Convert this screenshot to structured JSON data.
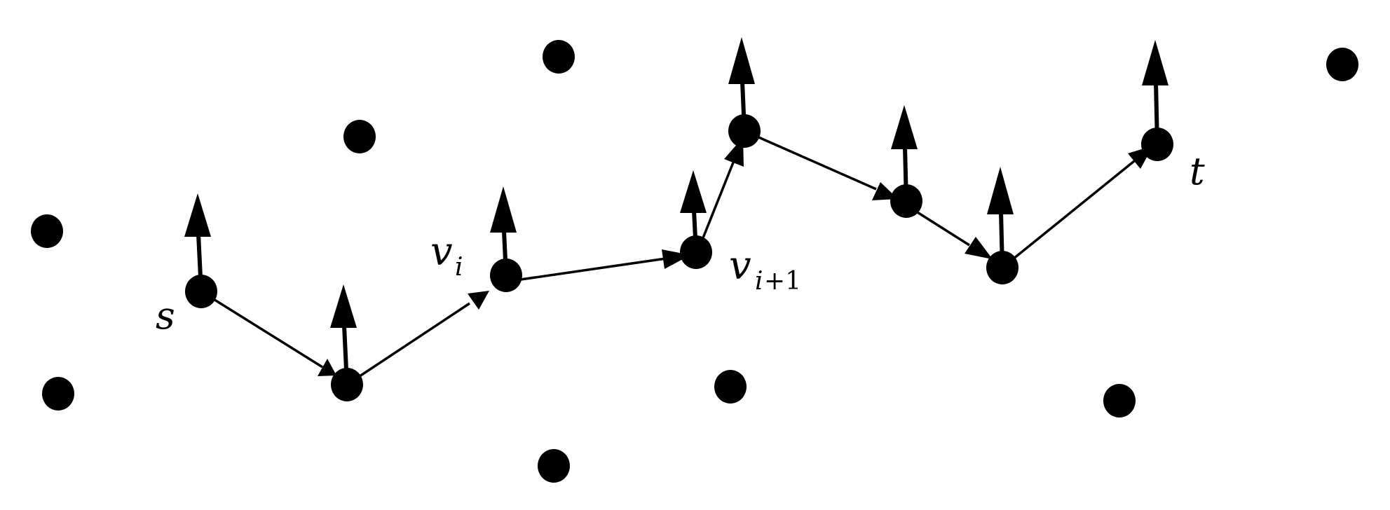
{
  "diagram": {
    "labels": {
      "s": "s",
      "t": "t",
      "vi_base": "v",
      "vi_sub": "i",
      "vi1_base": "v",
      "vi1_sub_i": "i",
      "vi1_sub_rest": "+1"
    },
    "colors": {
      "ink": "#000000",
      "background": "#ffffff"
    }
  }
}
